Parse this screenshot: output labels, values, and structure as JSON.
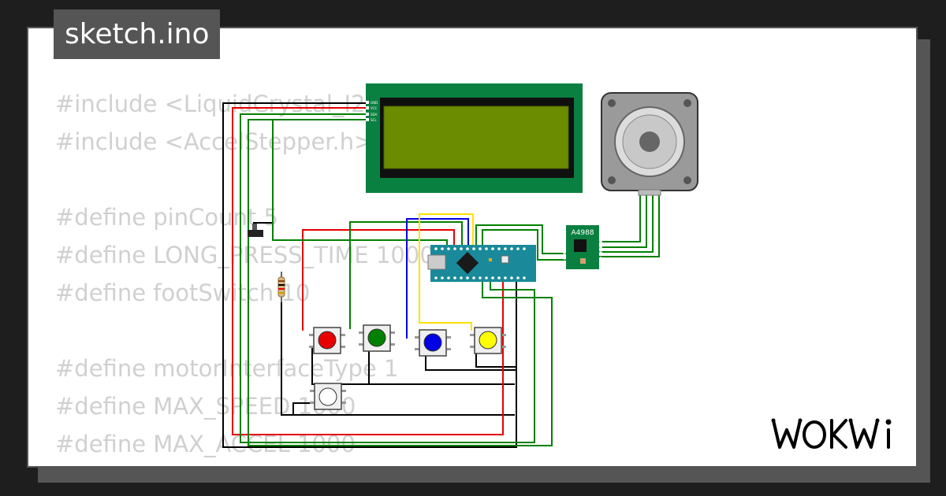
{
  "tab": {
    "title": "sketch.ino"
  },
  "code_lines": [
    "#include <LiquidCrystal_I2",
    "#include <AccelStepper.h>",
    "",
    "#define pinCount 5",
    "#define LONG_PRESS_TIME 1000",
    "#define footSwitch 10",
    "",
    "#define motorInterfaceType 1",
    "#define MAX_SPEED 1000",
    "#define MAX_ACCEL 1000"
  ],
  "driver": {
    "label": "A4988"
  },
  "lcd_pins": [
    "GND",
    "VCC",
    "SDA",
    "SCL"
  ],
  "buttons": [
    {
      "color": "red",
      "hex": "#e60000"
    },
    {
      "color": "green",
      "hex": "#008000"
    },
    {
      "color": "blue",
      "hex": "#0000e6"
    },
    {
      "color": "yellow",
      "hex": "#ffff00"
    },
    {
      "color": "white",
      "hex": "#ffffff"
    }
  ],
  "colors": {
    "lcd_frame": "#0a8040",
    "lcd_screen": "#6c8c00",
    "arduino_board": "#1a8a9a",
    "wire_red": "#e60000",
    "wire_green": "#008000",
    "wire_blue": "#0000e6",
    "wire_yellow": "#ffe000",
    "wire_black": "#000000"
  }
}
